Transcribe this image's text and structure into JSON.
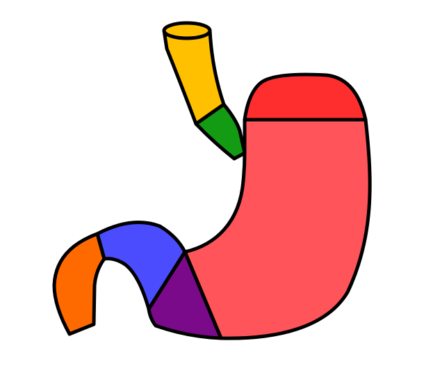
{
  "diagram": {
    "subject": "stomach-anatomy",
    "regions": [
      {
        "id": "esophagus",
        "color": "#FFC000"
      },
      {
        "id": "cardia",
        "color": "#149B14"
      },
      {
        "id": "fundus",
        "color": "#FF2E2E"
      },
      {
        "id": "body",
        "color": "#FF5459"
      },
      {
        "id": "antrum",
        "color": "#7A0A8A"
      },
      {
        "id": "pylorus",
        "color": "#4C4CFF"
      },
      {
        "id": "duodenum",
        "color": "#FF6A00"
      }
    ],
    "outline_color": "#000000",
    "background_color": "#FFFFFF"
  }
}
